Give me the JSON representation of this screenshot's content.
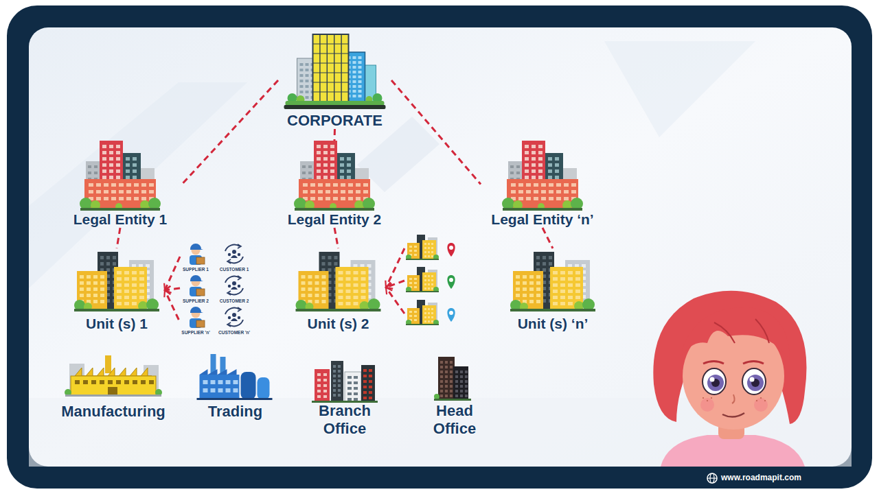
{
  "diagram": {
    "nodes": [
      {
        "text": [
          "CORPORATE"
        ]
      },
      {
        "text": [
          "Legal Entity 1"
        ]
      },
      {
        "text": [
          "Legal Entity 2"
        ]
      },
      {
        "text": [
          "Legal Entity ‘n’"
        ]
      },
      {
        "text": [
          "Unit (s) 1"
        ]
      },
      {
        "text": [
          "SUPPLIER 1"
        ]
      },
      {
        "text": [
          "CUSTOMER 1"
        ]
      },
      {
        "text": [
          "SUPPLIER 2"
        ]
      },
      {
        "text": [
          "CUSTOMER 2"
        ]
      },
      {
        "text": [
          "SUPPLIER 'n'"
        ]
      },
      {
        "text": [
          "CUSTOMER 'n'"
        ]
      },
      {
        "text": [
          "Unit (s) 2"
        ]
      },
      {
        "text": [
          "Unit (s) ‘n’"
        ]
      },
      {
        "text": [
          "Manufacturing"
        ]
      },
      {
        "text": [
          "Trading"
        ]
      },
      {
        "text": [
          "Branch Office"
        ]
      },
      {
        "text": [
          "Head Office"
        ]
      }
    ],
    "edges": [
      {
        "from": 0,
        "to": 1,
        "arrow": "none"
      },
      {
        "from": 0,
        "to": 2,
        "arrow": "none"
      },
      {
        "from": 0,
        "to": 3,
        "arrow": "none"
      },
      {
        "from": 1,
        "to": 4,
        "arrow": "none"
      },
      {
        "from": 2,
        "to": 11,
        "arrow": "none"
      },
      {
        "from": 3,
        "to": 12,
        "arrow": "none"
      },
      {
        "from": 5,
        "to": 4,
        "arrow": "to"
      },
      {
        "from": 7,
        "to": 4,
        "arrow": "to"
      },
      {
        "from": 9,
        "to": 4,
        "arrow": "to"
      }
    ],
    "labels": [
      "www.roadmapit.com"
    ]
  }
}
